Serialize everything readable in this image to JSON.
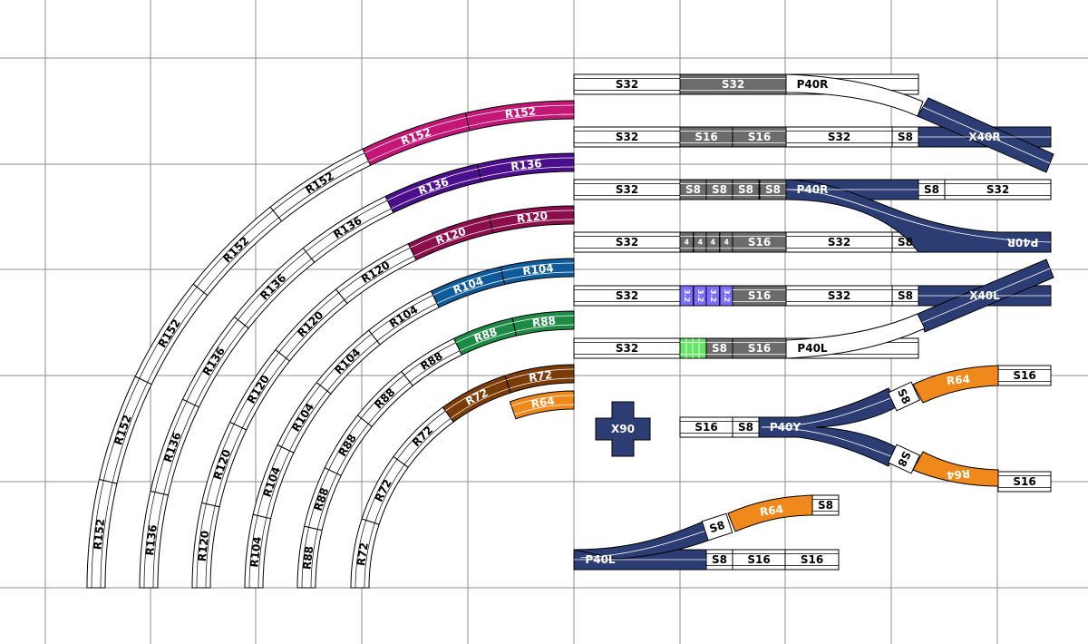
{
  "colors": {
    "R152": "#c21777",
    "R136": "#4b0f8c",
    "R120": "#8a0e4b",
    "R104": "#0f5b9a",
    "R88": "#1d8a45",
    "R72": "#7a3b07",
    "R64": "#f0891c",
    "grey": "#6c6c6c",
    "point": "#2c3d74",
    "quarter": "#7a6dff",
    "eighth": "#66e466",
    "grid": "#8f8f8f",
    "outline": "#000000"
  },
  "labels": {
    "R152": "R152",
    "R136": "R136",
    "R120": "R120",
    "R104": "R104",
    "R88": "R88",
    "R72": "R72",
    "R64": "R64",
    "S32": "S32",
    "S16": "S16",
    "S8": "S8",
    "S4": "4",
    "S2": "3.2",
    "P40R": "P40R",
    "P40L": "P40L",
    "P40Y": "P40Y",
    "X40R": "X40R",
    "X40L": "X40L",
    "X90": "X90"
  }
}
